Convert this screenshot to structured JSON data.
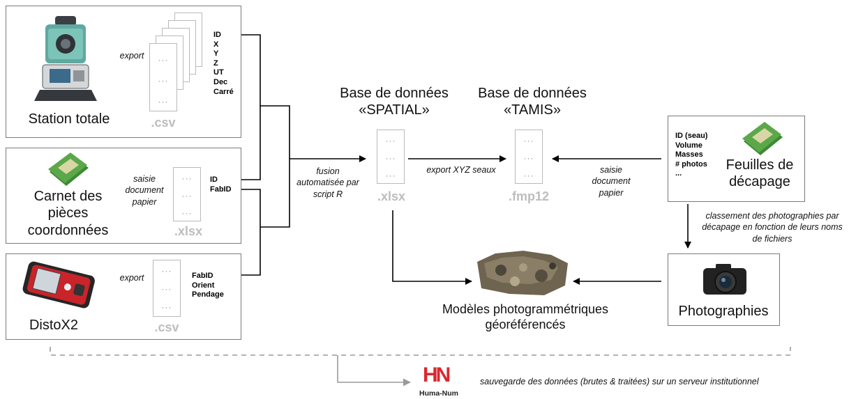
{
  "total_station": {
    "label": "Station totale",
    "arrow_label": "export",
    "ext": ".csv",
    "fields": [
      "ID",
      "X",
      "Y",
      "Z",
      "UT",
      "Dec",
      "Carré"
    ]
  },
  "notebook": {
    "label": "Carnet des pièces coordonnées",
    "arrow_label": "saisie document papier",
    "ext": ".xlsx",
    "fields": [
      "ID",
      "FabID"
    ]
  },
  "disto": {
    "label": "DistoX2",
    "arrow_label": "export",
    "ext": ".csv",
    "fields": [
      "FabID",
      "Orient",
      "Pendage"
    ]
  },
  "merge_label": "fusion automatisée par script R",
  "spatial": {
    "title": "Base de données «SPATIAL»",
    "ext": ".xlsx"
  },
  "tamis": {
    "title": "Base de données «TAMIS»",
    "ext": ".fmp12"
  },
  "export_label": "export XYZ seaux",
  "entry_label": "saisie document papier",
  "sheets": {
    "label": "Feuilles de décapage",
    "fields": [
      "ID (seau)",
      "Volume",
      "Masses",
      "# photos",
      "..."
    ]
  },
  "classify_label": "classement des photographies par décapage en fonction de leurs noms de fichiers",
  "photos": {
    "label": "Photographies"
  },
  "models": {
    "label": "Modèles photogrammétriques géoréférencés"
  },
  "backup_label": "sauvegarde des données (brutes & traitées) sur un serveur institutionnel",
  "humanum": {
    "monogram": "HN",
    "name": "Huma-Num"
  },
  "doc_dots": "···",
  "colors": {
    "line": "#000000",
    "dashed": "#9a9a9a",
    "doc_border": "#b9b9b9",
    "ext_text": "#bdbdbd",
    "green_book": "#5aa84a",
    "humanum_red": "#d9282f",
    "humanum_orange": "#f08a1c"
  }
}
